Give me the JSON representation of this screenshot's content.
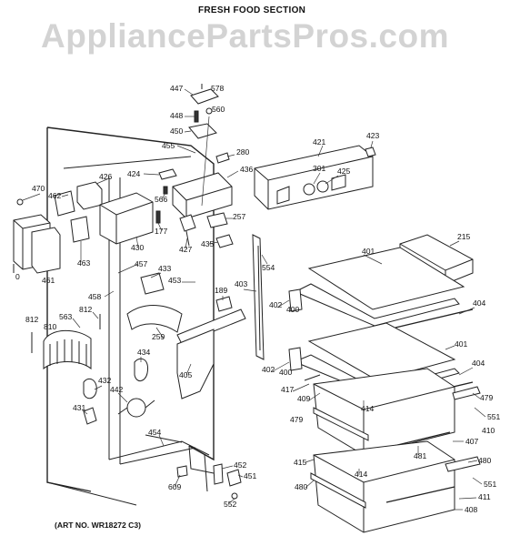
{
  "header": {
    "title": "FRESH FOOD SECTION",
    "watermark": "AppliancePartsPros.com"
  },
  "footer": {
    "art_number": "(ART NO. WR18272 C3)"
  },
  "callouts": {
    "c447": "447",
    "c578": "578",
    "c448": "448",
    "c560": "560",
    "c450": "450",
    "c455": "455",
    "c280": "280",
    "c421": "421",
    "c423": "423",
    "c424": "424",
    "c436": "436",
    "c301": "301",
    "c425": "425",
    "c426": "426",
    "c470": "470",
    "c462": "462",
    "c566": "566",
    "c257": "257",
    "c177": "177",
    "c430": "430",
    "c427": "427",
    "c435": "435",
    "c215": "215",
    "c463": "463",
    "c0": "0",
    "c461": "461",
    "c457": "457",
    "c433": "433",
    "c554": "554",
    "c401a": "401",
    "c453": "453",
    "c403": "403",
    "c458": "458",
    "c189": "189",
    "c404a": "404",
    "c563": "563",
    "c812a": "812",
    "c812b": "812",
    "c810": "810",
    "c402a": "402",
    "c400a": "400",
    "c259": "259",
    "c401b": "401",
    "c434": "434",
    "c402b": "402",
    "c400b": "400",
    "c404b": "404",
    "c405": "405",
    "c432": "432",
    "c417": "417",
    "c409": "409",
    "c479a": "479",
    "c442": "442",
    "c431": "431",
    "c414a": "414",
    "c551a": "551",
    "c479b": "479",
    "c410": "410",
    "c454": "454",
    "c407": "407",
    "c481": "481",
    "c415": "415",
    "c480a": "480",
    "c452": "452",
    "c414b": "414",
    "c551b": "551",
    "c451": "451",
    "c609": "609",
    "c480b": "480",
    "c411": "411",
    "c552": "552",
    "c408": "408"
  }
}
